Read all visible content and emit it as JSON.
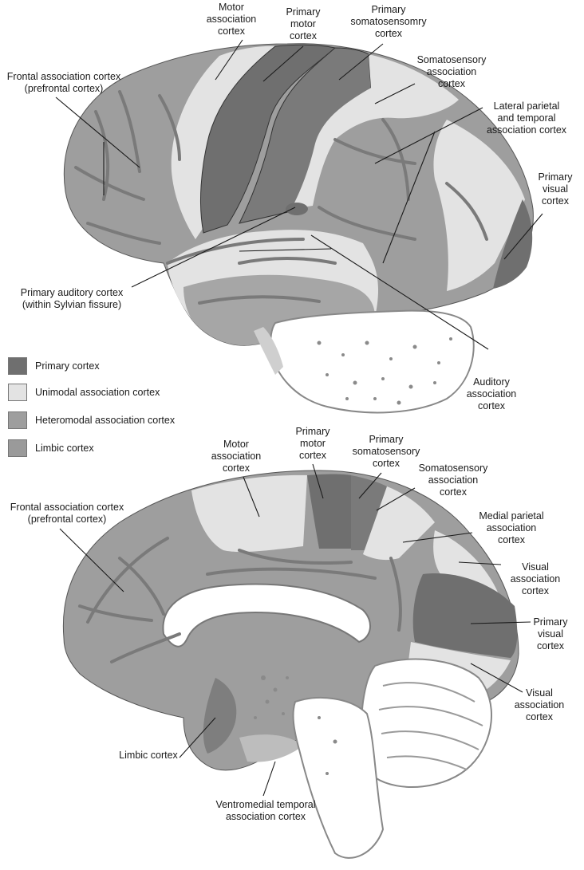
{
  "colors": {
    "primary": "#6f6f6f",
    "unimodal": "#e3e3e3",
    "heteromodal": "#9e9e9e",
    "limbic": "#9a9a9a",
    "sulcus": "#7c7c7c",
    "outline": "#1a1a1a",
    "cerebellum": "#ffffff"
  },
  "lateral_view": {
    "labels": {
      "motor_assoc": "Motor\nassociation\ncortex",
      "primary_motor": "Primary\nmotor\ncortex",
      "primary_somato": "Primary\nsomatosensomry\ncortex",
      "somato_assoc": "Somatosensory\nassociation\ncortex",
      "frontal_assoc": "Frontal association cortex\n(prefrontal cortex)",
      "lat_parietal": "Lateral parietal\nand temporal\nassociation cortex",
      "primary_visual": "Primary\nvisual\ncortex",
      "primary_auditory": "Primary auditory cortex\n(within Sylvian fissure)",
      "auditory_assoc": "Auditory\nassociation\ncortex"
    }
  },
  "legend": [
    {
      "label": "Primary cortex",
      "color": "#6f6f6f"
    },
    {
      "label": "Unimodal association cortex",
      "color": "#e3e3e3"
    },
    {
      "label": "Heteromodal association cortex",
      "color": "#9e9e9e"
    },
    {
      "label": "Limbic cortex",
      "color": "#9a9a9a"
    }
  ],
  "medial_view": {
    "labels": {
      "motor_assoc": "Motor\nassociation\ncortex",
      "primary_motor": "Primary\nmotor\ncortex",
      "primary_somato": "Primary\nsomatosensory\ncortex",
      "somato_assoc": "Somatosensory\nassociation\ncortex",
      "frontal_assoc": "Frontal association cortex\n(prefrontal cortex)",
      "medial_parietal": "Medial parietal\nassociation\ncortex",
      "visual_assoc_upper": "Visual\nassociation\ncortex",
      "primary_visual": "Primary\nvisual\ncortex",
      "visual_assoc_lower": "Visual\nassociation\ncortex",
      "limbic": "Limbic cortex",
      "ventromedial": "Ventromedial temporal\nassociation cortex"
    }
  }
}
